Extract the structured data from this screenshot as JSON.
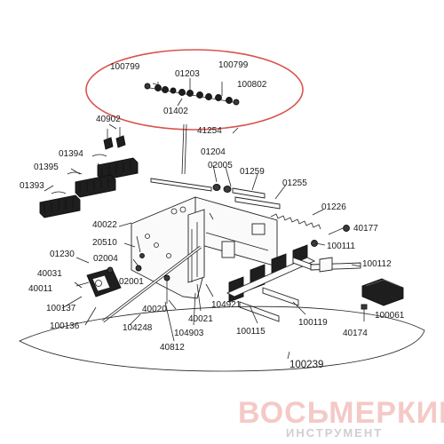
{
  "diagram": {
    "highlight_color": "#d9534f",
    "watermark": {
      "main": "ВОСЬМЕРКИН",
      "sub": "ИНСТРУМЕНТ"
    },
    "labels": {
      "p100799a": "100799",
      "p01203": "01203",
      "p100799b": "100799",
      "p100802": "100802",
      "p01402": "01402",
      "p40902": "40902",
      "p41254": "41254",
      "p01394": "01394",
      "p01395": "01395",
      "p01393": "01393",
      "p01204": "01204",
      "p02005": "02005",
      "p01259": "01259",
      "p01255": "01255",
      "p01226": "01226",
      "p40022": "40022",
      "p40177": "40177",
      "p20510": "20510",
      "p100111": "100111",
      "p01230": "01230",
      "p02004": "02004",
      "p100112": "100112",
      "p40031": "40031",
      "p02001": "02001",
      "p40011": "40011",
      "p104921": "104921",
      "p100137": "100137",
      "p40020": "40020",
      "p40021": "40021",
      "p100119": "100119",
      "p100061": "100061",
      "p100136": "100136",
      "p104248": "104248",
      "p104903": "104903",
      "p100115": "100115",
      "p40174": "40174",
      "p40812": "40812",
      "p100239": "100239"
    }
  }
}
